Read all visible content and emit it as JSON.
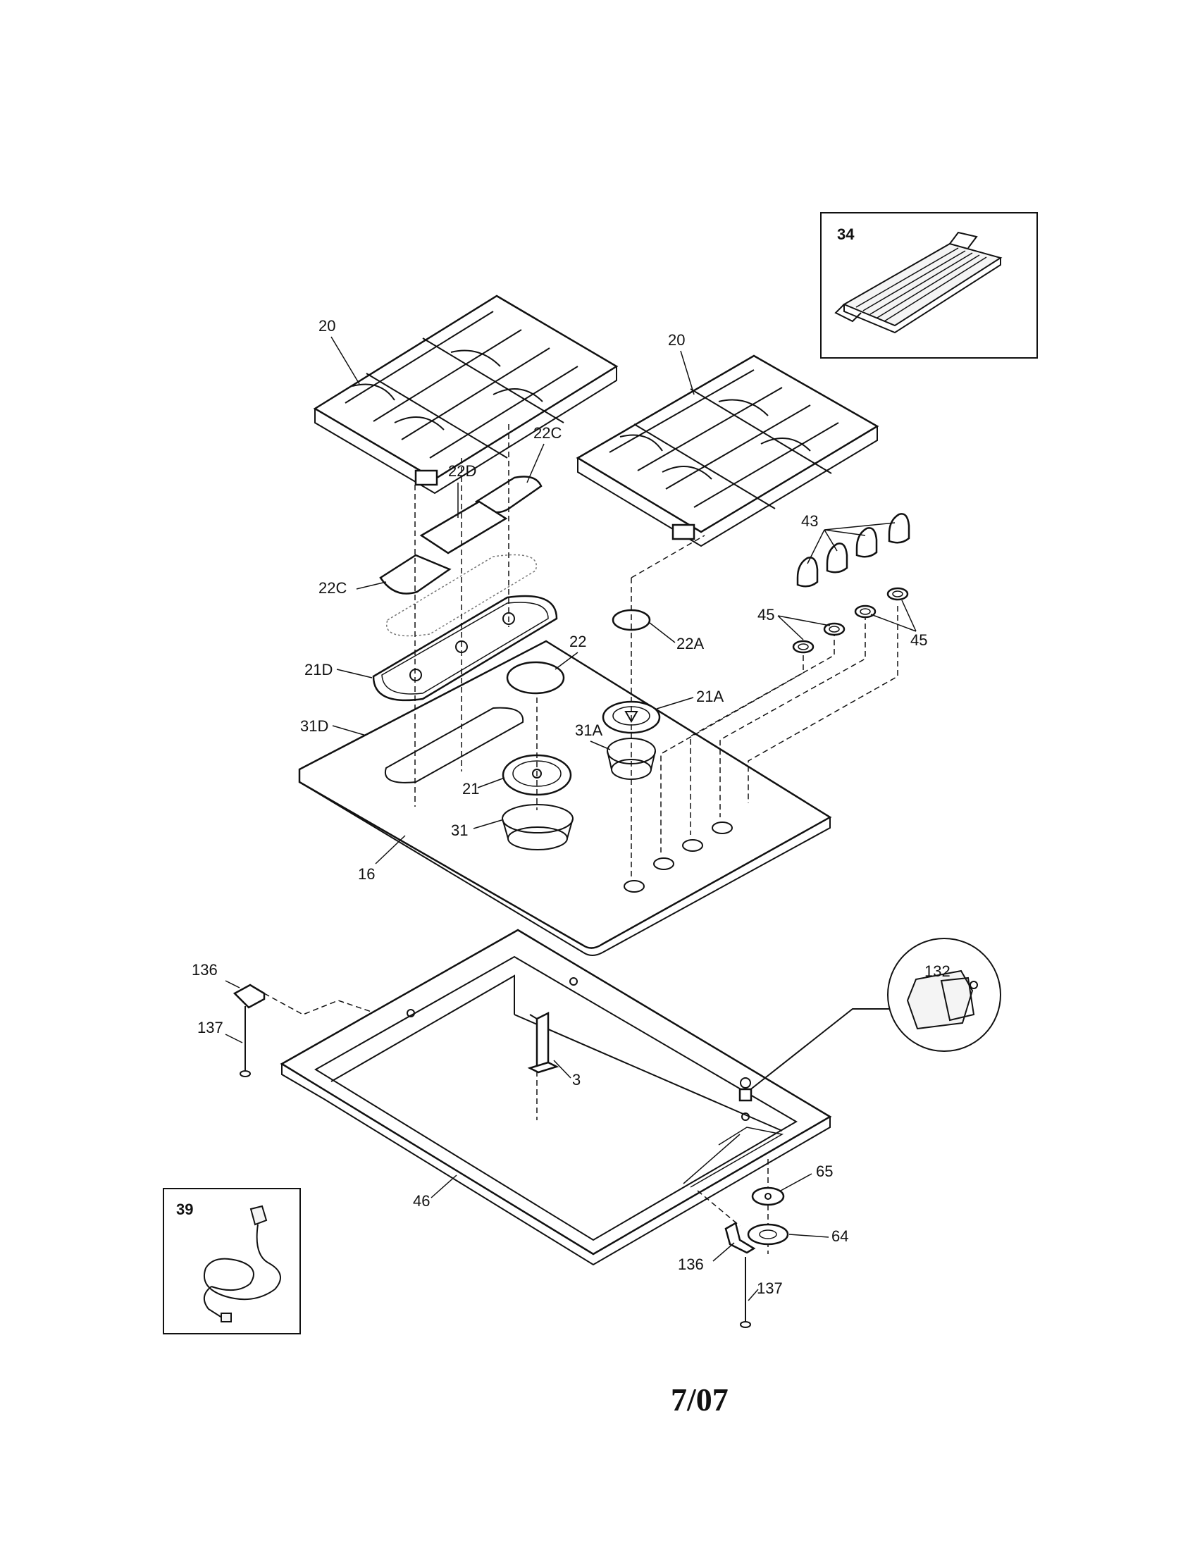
{
  "callouts": {
    "c20a": "20",
    "c20b": "20",
    "c22c_top": "22C",
    "c22d": "22D",
    "c22c_left": "22C",
    "c22": "22",
    "c21d": "21D",
    "c31d": "31D",
    "c21": "21",
    "c31": "31",
    "c16": "16",
    "c22a": "22A",
    "c21a": "21A",
    "c31a": "31A",
    "c43": "43",
    "c45_left": "45",
    "c45_right": "45",
    "c34": "34",
    "c39": "39",
    "c132": "132",
    "c136_top": "136",
    "c137_top": "137",
    "c3": "3",
    "c46": "46",
    "c65": "65",
    "c64": "64",
    "c136_bot": "136",
    "c137_bot": "137"
  },
  "footer": {
    "date_code": "7/07"
  }
}
